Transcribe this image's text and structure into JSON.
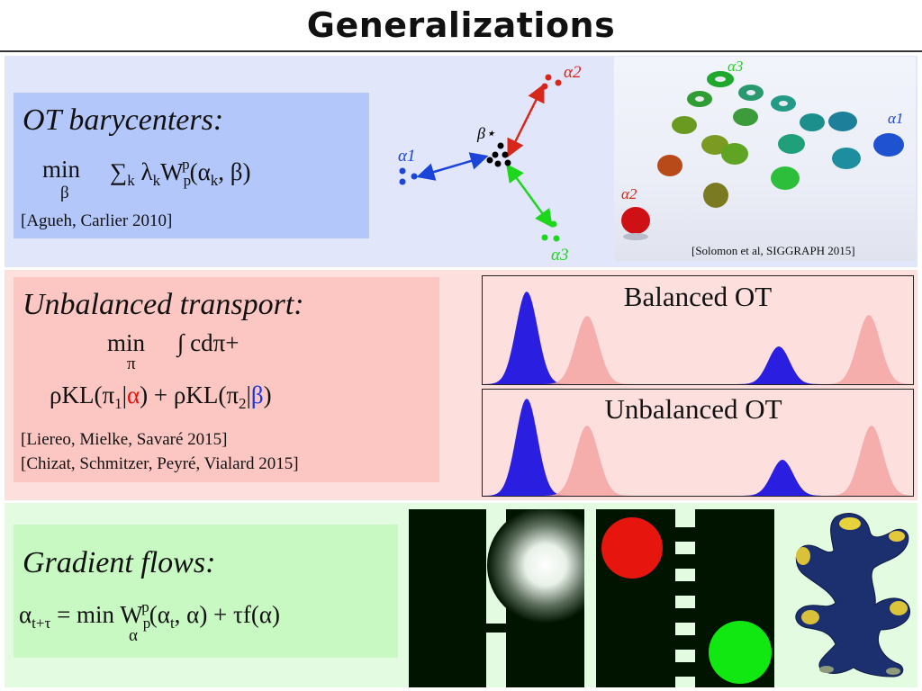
{
  "title": "Generalizations",
  "barycenters": {
    "heading": "OT barycenters:",
    "formula_min": "min",
    "formula_sub": "β",
    "formula_rest": "∑k λkWpp(αk, β)",
    "ref": "[Agueh, Carlier 2010]",
    "labels": {
      "beta_star": "β⋆",
      "alpha1": "α1",
      "alpha2": "α2",
      "alpha3": "α3"
    },
    "scene_ref": "[Solomon et al, SIGGRAPH 2015]",
    "colors": {
      "alpha1": "#1a45d8",
      "alpha2": "#d7261a",
      "alpha3": "#1ed61e"
    }
  },
  "unbalanced": {
    "heading": "Unbalanced transport:",
    "formula_line1_min": "min",
    "formula_line1_sub": "π",
    "formula_line1_rest": "∫ cdπ+",
    "formula_line2": "ρKL(π1|α) + ρKL(π2|β)",
    "refs": [
      "[Liereo, Mielke, Savaré 2015]",
      "[Chizat, Schmitzer, Peyré, Vialard 2015]"
    ],
    "chart_titles": [
      "Balanced OT",
      "Unbalanced OT"
    ]
  },
  "gradient": {
    "heading": "Gradient flows:",
    "formula": "αt+τ = min Wpp(αt, α) + τf(α)",
    "formula_sub": "α"
  }
}
